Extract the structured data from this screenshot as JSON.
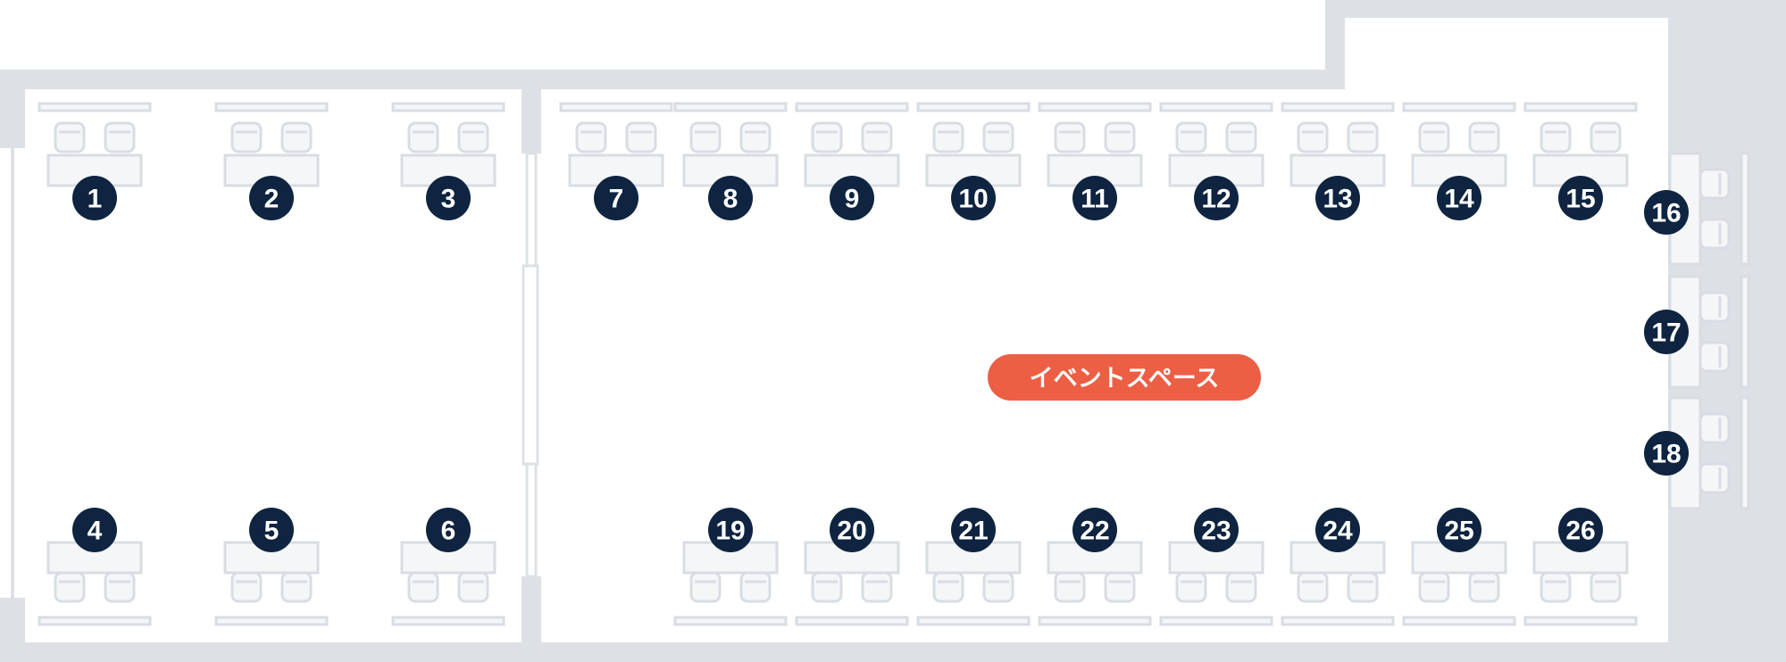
{
  "colors": {
    "wall": "#dde1e6",
    "furniture_fill": "#f4f6f8",
    "furniture_stroke": "#d9dde3",
    "badge": "#0e2440",
    "label_bg": "#ec5f44",
    "label_text": "#ffffff"
  },
  "event_label": "イベントスペース",
  "seats": [
    {
      "number": "1",
      "room": "left",
      "position": "top-row"
    },
    {
      "number": "2",
      "room": "left",
      "position": "top-row"
    },
    {
      "number": "3",
      "room": "left",
      "position": "top-row"
    },
    {
      "number": "4",
      "room": "left",
      "position": "bottom-row"
    },
    {
      "number": "5",
      "room": "left",
      "position": "bottom-row"
    },
    {
      "number": "6",
      "room": "left",
      "position": "bottom-row"
    },
    {
      "number": "7",
      "room": "event-space",
      "position": "top-row"
    },
    {
      "number": "8",
      "room": "event-space",
      "position": "top-row"
    },
    {
      "number": "9",
      "room": "event-space",
      "position": "top-row"
    },
    {
      "number": "10",
      "room": "event-space",
      "position": "top-row"
    },
    {
      "number": "11",
      "room": "event-space",
      "position": "top-row"
    },
    {
      "number": "12",
      "room": "event-space",
      "position": "top-row"
    },
    {
      "number": "13",
      "room": "event-space",
      "position": "top-row"
    },
    {
      "number": "14",
      "room": "event-space",
      "position": "top-row"
    },
    {
      "number": "15",
      "room": "event-space",
      "position": "top-row"
    },
    {
      "number": "16",
      "room": "event-space",
      "position": "right-column"
    },
    {
      "number": "17",
      "room": "event-space",
      "position": "right-column"
    },
    {
      "number": "18",
      "room": "event-space",
      "position": "right-column"
    },
    {
      "number": "19",
      "room": "event-space",
      "position": "bottom-row"
    },
    {
      "number": "20",
      "room": "event-space",
      "position": "bottom-row"
    },
    {
      "number": "21",
      "room": "event-space",
      "position": "bottom-row"
    },
    {
      "number": "22",
      "room": "event-space",
      "position": "bottom-row"
    },
    {
      "number": "23",
      "room": "event-space",
      "position": "bottom-row"
    },
    {
      "number": "24",
      "room": "event-space",
      "position": "bottom-row"
    },
    {
      "number": "25",
      "room": "event-space",
      "position": "bottom-row"
    },
    {
      "number": "26",
      "room": "event-space",
      "position": "bottom-row"
    }
  ]
}
